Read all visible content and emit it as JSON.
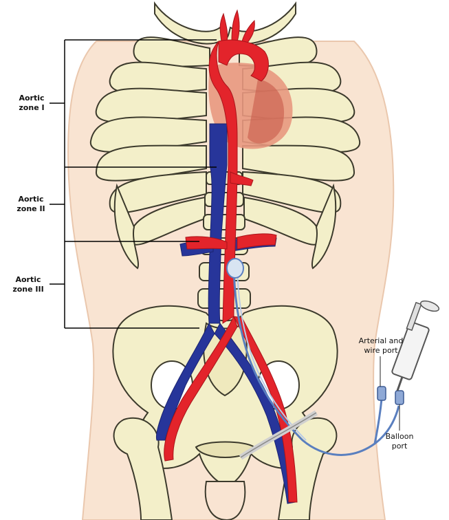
{
  "zones": [
    {
      "line1": "Aortic",
      "line2": "zone I"
    },
    {
      "line1": "Aortic",
      "line2": "zone II"
    },
    {
      "line1": "Aortic",
      "line2": "zone III"
    }
  ],
  "ports": {
    "arterial": {
      "line1": "Arterial and",
      "line2": "wire port"
    },
    "balloon": {
      "line1": "Balloon",
      "line2": "port"
    }
  },
  "colors": {
    "bone": "#f3efc9",
    "bone_outline": "#3c3a2c",
    "skin": "#f6d8bf",
    "artery": "#e3242b",
    "vein": "#27359a",
    "heart": "#e89880",
    "catheter": "#5a7fbf"
  }
}
